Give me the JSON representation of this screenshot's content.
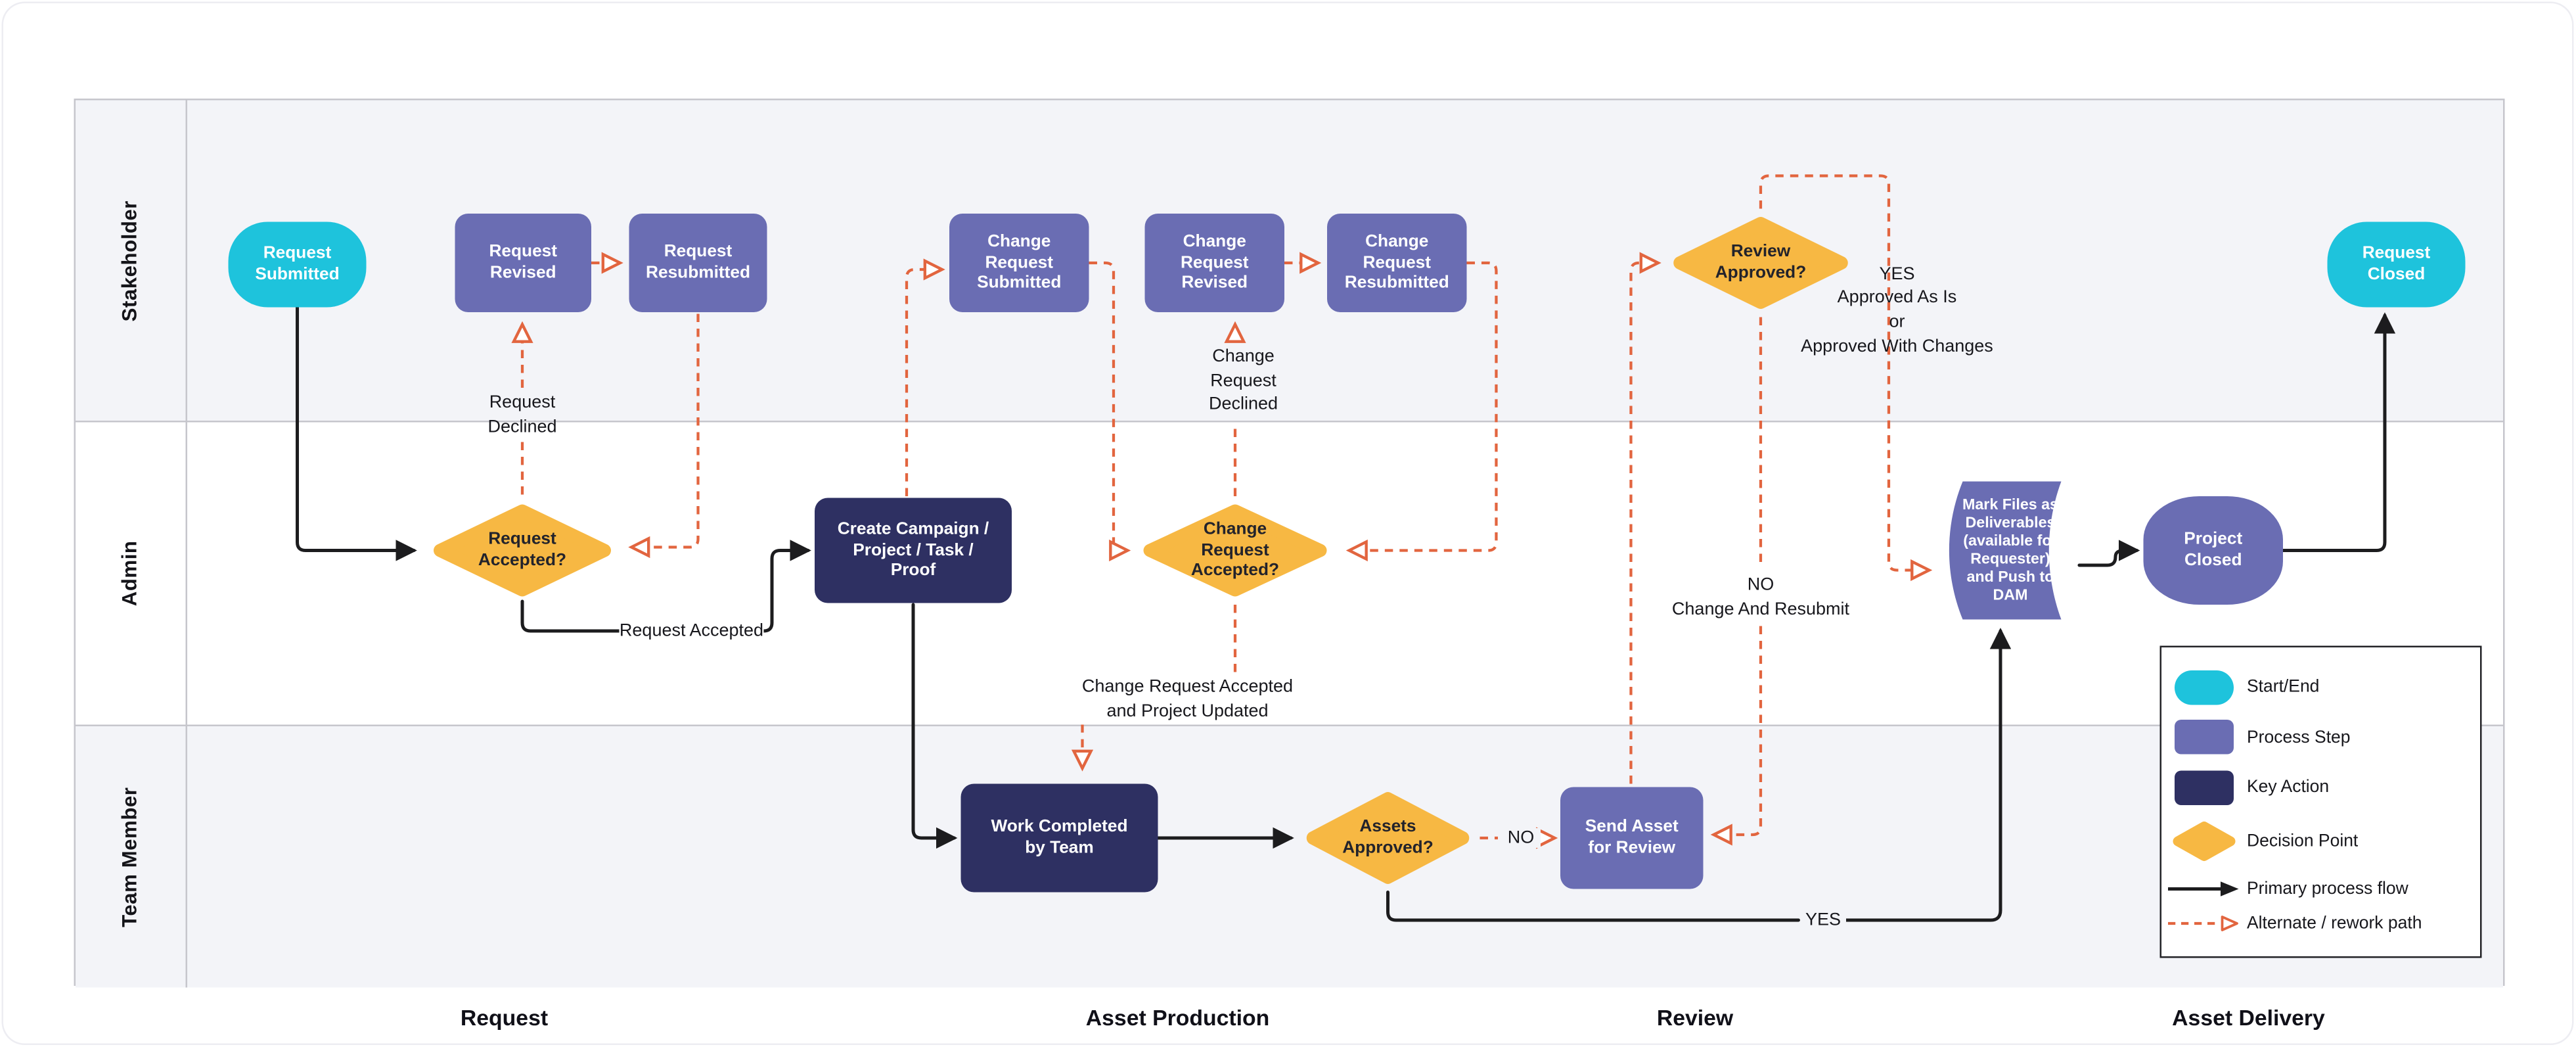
{
  "colors": {
    "start-end": "#1EC3DC",
    "process-step": "#6A6DB3",
    "key-action": "#2E3062",
    "decision": "#F7B843",
    "alt-path": "#E2653F",
    "line": "#1C1C1E",
    "lane-bg": "#F3F4F8",
    "lane-border": "#C6C6CC"
  },
  "lanes": [
    {
      "label": "Stakeholder"
    },
    {
      "label": "Admin"
    },
    {
      "label": "Team Member"
    }
  ],
  "phases": [
    {
      "label": "Request"
    },
    {
      "label": "Asset Production"
    },
    {
      "label": "Review"
    },
    {
      "label": "Asset Delivery"
    }
  ],
  "nodes": {
    "request_submitted": {
      "label": "Request\nSubmitted",
      "type": "start-end"
    },
    "request_revised": {
      "label": "Request\nRevised",
      "type": "process-step"
    },
    "request_resubmitted": {
      "label": "Request\nResubmitted",
      "type": "process-step"
    },
    "change_request_submitted": {
      "label": "Change\nRequest\nSubmitted",
      "type": "process-step"
    },
    "change_request_revised": {
      "label": "Change\nRequest\nRevised",
      "type": "process-step"
    },
    "change_request_resubmitted": {
      "label": "Change\nRequest\nResubmitted",
      "type": "process-step"
    },
    "review_approved": {
      "label": "Review\nApproved?",
      "type": "decision"
    },
    "request_closed": {
      "label": "Request\nClosed",
      "type": "start-end"
    },
    "request_accepted": {
      "label": "Request\nAccepted?",
      "type": "decision"
    },
    "create_campaign": {
      "label": "Create Campaign /\nProject / Task /\nProof",
      "type": "key-action"
    },
    "change_request_accepted": {
      "label": "Change\nRequest\nAccepted?",
      "type": "decision"
    },
    "mark_files": {
      "label": "Mark Files as\nDeliverables\n(available for\nRequester)\nand Push to\nDAM",
      "type": "process-step"
    },
    "project_closed": {
      "label": "Project\nClosed",
      "type": "process-step"
    },
    "work_completed": {
      "label": "Work Completed\nby Team",
      "type": "key-action"
    },
    "assets_approved": {
      "label": "Assets\nApproved?",
      "type": "decision"
    },
    "send_asset": {
      "label": "Send Asset\nfor Review",
      "type": "process-step"
    }
  },
  "edge_labels": {
    "request_declined": "Request\nDeclined",
    "request_accepted": "Request Accepted",
    "change_request_declined": "Change\nRequest\nDeclined",
    "change_request_accepted": "Change Request Accepted\nand Project Updated",
    "review_yes": "YES\nApproved As Is\nor\nApproved With Changes",
    "review_no": "NO\nChange And Resubmit",
    "assets_no": "NO",
    "assets_yes": "YES"
  },
  "legend": {
    "items": [
      {
        "label": "Start/End",
        "type": "start-end"
      },
      {
        "label": "Process Step",
        "type": "process-step"
      },
      {
        "label": "Key Action",
        "type": "key-action"
      },
      {
        "label": "Decision Point",
        "type": "decision"
      },
      {
        "label": "Primary process flow",
        "type": "flow-solid"
      },
      {
        "label": "Alternate / rework path",
        "type": "flow-alt"
      }
    ]
  }
}
